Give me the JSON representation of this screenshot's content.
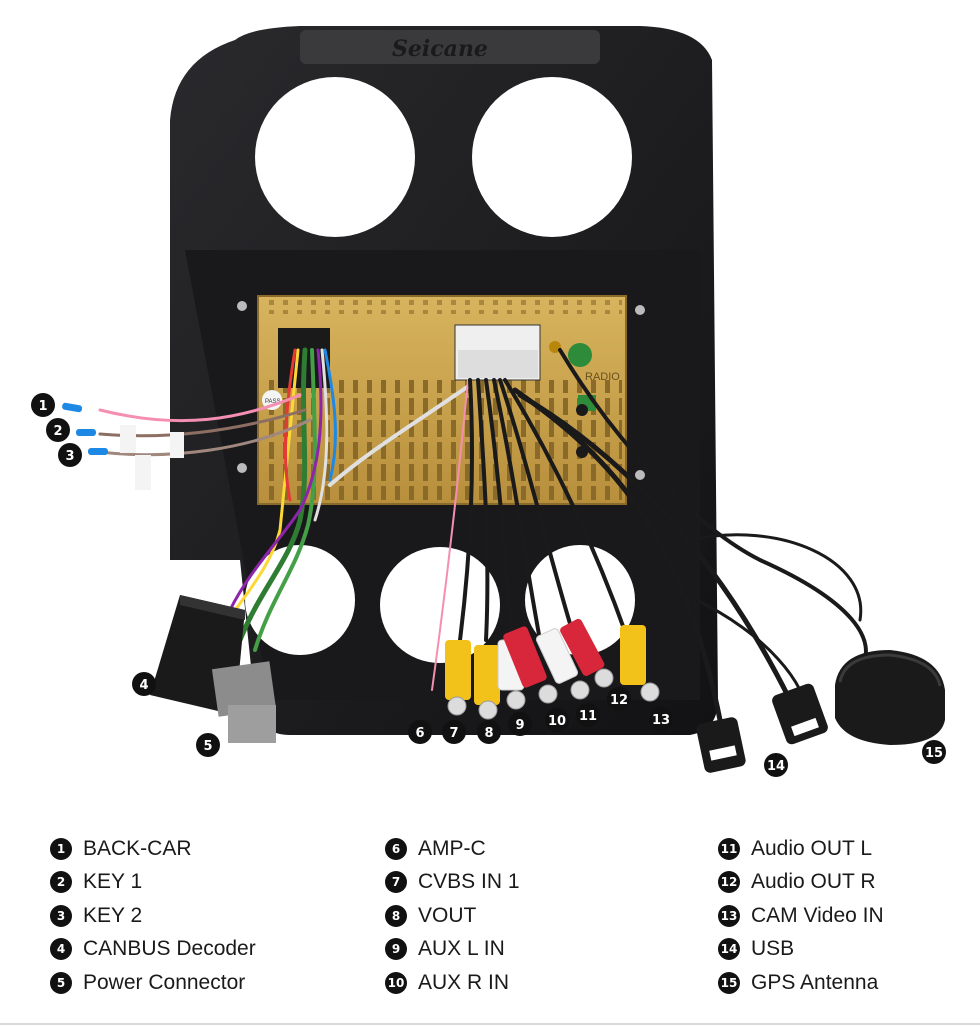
{
  "brand": {
    "logo_text": "Seicane"
  },
  "photo_labels": {
    "radio": "RADIO",
    "pass": "PASS"
  },
  "callouts": [
    "1",
    "2",
    "3",
    "4",
    "5",
    "6",
    "7",
    "8",
    "9",
    "10",
    "11",
    "12",
    "13",
    "14",
    "15"
  ],
  "legend": {
    "col1": [
      {
        "num": "1",
        "label": "BACK-CAR"
      },
      {
        "num": "2",
        "label": "KEY 1"
      },
      {
        "num": "3",
        "label": "KEY 2"
      },
      {
        "num": "4",
        "label": "CANBUS Decoder"
      },
      {
        "num": "5",
        "label": "Power Connector"
      }
    ],
    "col2": [
      {
        "num": "6",
        "label": "AMP-C"
      },
      {
        "num": "7",
        "label": "CVBS IN 1"
      },
      {
        "num": "8",
        "label": "VOUT"
      },
      {
        "num": "9",
        "label": "AUX L IN"
      },
      {
        "num": "10",
        "label": "AUX R IN"
      }
    ],
    "col3": [
      {
        "num": "11",
        "label": "Audio OUT L"
      },
      {
        "num": "12",
        "label": "Audio OUT R"
      },
      {
        "num": "13",
        "label": "CAM Video IN"
      },
      {
        "num": "14",
        "label": "USB"
      },
      {
        "num": "15",
        "label": "GPS Antenna"
      }
    ]
  },
  "colors": {
    "frame": "#1c1c1e",
    "chassis": "#c9a24a",
    "rca_yellow": "#f2c21b",
    "rca_white": "#f4f4f4",
    "rca_red": "#d8263a"
  }
}
